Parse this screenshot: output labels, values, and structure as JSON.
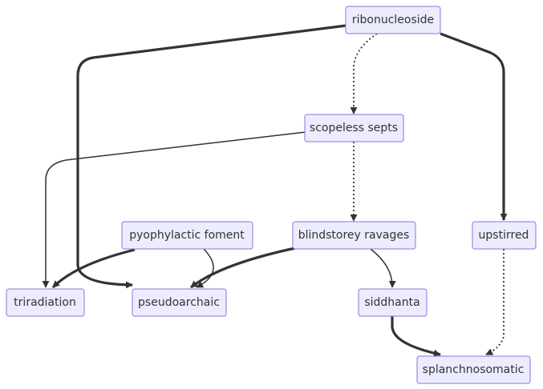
{
  "diagram": {
    "type": "flowchart",
    "nodes": [
      {
        "id": "ribonucleoside",
        "label": "ribonucleoside"
      },
      {
        "id": "scopeless",
        "label": "scopeless septs"
      },
      {
        "id": "pyophylactic",
        "label": "pyophylactic foment"
      },
      {
        "id": "blindstorey",
        "label": "blindstorey ravages"
      },
      {
        "id": "upstirred",
        "label": "upstirred"
      },
      {
        "id": "triradiation",
        "label": "triradiation"
      },
      {
        "id": "pseudoarchaic",
        "label": "pseudoarchaic"
      },
      {
        "id": "siddhanta",
        "label": "siddhanta"
      },
      {
        "id": "splanchnosomatic",
        "label": "splanchnosomatic"
      }
    ],
    "edges": [
      {
        "from": "ribonucleoside",
        "to": "pseudoarchaic",
        "style": "thick"
      },
      {
        "from": "ribonucleoside",
        "to": "scopeless",
        "style": "dotted"
      },
      {
        "from": "ribonucleoside",
        "to": "upstirred",
        "style": "thick"
      },
      {
        "from": "scopeless",
        "to": "triradiation",
        "style": "normal"
      },
      {
        "from": "scopeless",
        "to": "blindstorey",
        "style": "dotted"
      },
      {
        "from": "pyophylactic",
        "to": "triradiation",
        "style": "thick"
      },
      {
        "from": "pyophylactic",
        "to": "pseudoarchaic",
        "style": "normal"
      },
      {
        "from": "blindstorey",
        "to": "pseudoarchaic",
        "style": "thick"
      },
      {
        "from": "blindstorey",
        "to": "siddhanta",
        "style": "normal"
      },
      {
        "from": "upstirred",
        "to": "splanchnosomatic",
        "style": "dotted"
      },
      {
        "from": "siddhanta",
        "to": "splanchnosomatic",
        "style": "thick"
      }
    ]
  }
}
